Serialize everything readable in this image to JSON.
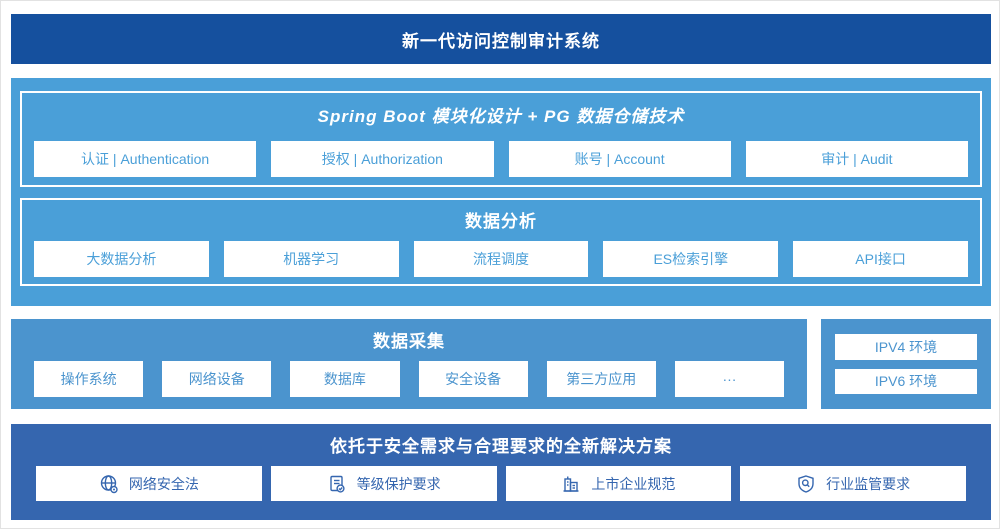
{
  "banner": {
    "title": "新一代访问控制审计系统"
  },
  "colors": {
    "banner_bg": "#15509E",
    "platform_bg": "#4A9FD8",
    "collection_bg": "#4B94CE",
    "solution_bg": "#3566AF",
    "box_bg": "#FFFFFF"
  },
  "platform": {
    "framework": {
      "title": "Spring Boot 模块化设计 + PG 数据仓储技术",
      "modules": [
        "认证 | Authentication",
        "授权 | Authorization",
        "账号 | Account",
        "审计 | Audit"
      ]
    },
    "analysis": {
      "title": "数据分析",
      "modules": [
        "大数据分析",
        "机器学习",
        "流程调度",
        "ES检索引擎",
        "API接口"
      ]
    }
  },
  "collection": {
    "title": "数据采集",
    "sources": [
      "操作系统",
      "网络设备",
      "数据库",
      "安全设备",
      "第三方应用",
      "···"
    ],
    "environments": [
      "IPV4 环境",
      "IPV6 环境"
    ]
  },
  "solution": {
    "title": "依托于安全需求与合理要求的全新解决方案",
    "items": [
      {
        "icon": "globe-icon",
        "label": "网络安全法"
      },
      {
        "icon": "document-check-icon",
        "label": "等级保护要求"
      },
      {
        "icon": "building-icon",
        "label": "上市企业规范"
      },
      {
        "icon": "shield-search-icon",
        "label": "行业监管要求"
      }
    ]
  }
}
